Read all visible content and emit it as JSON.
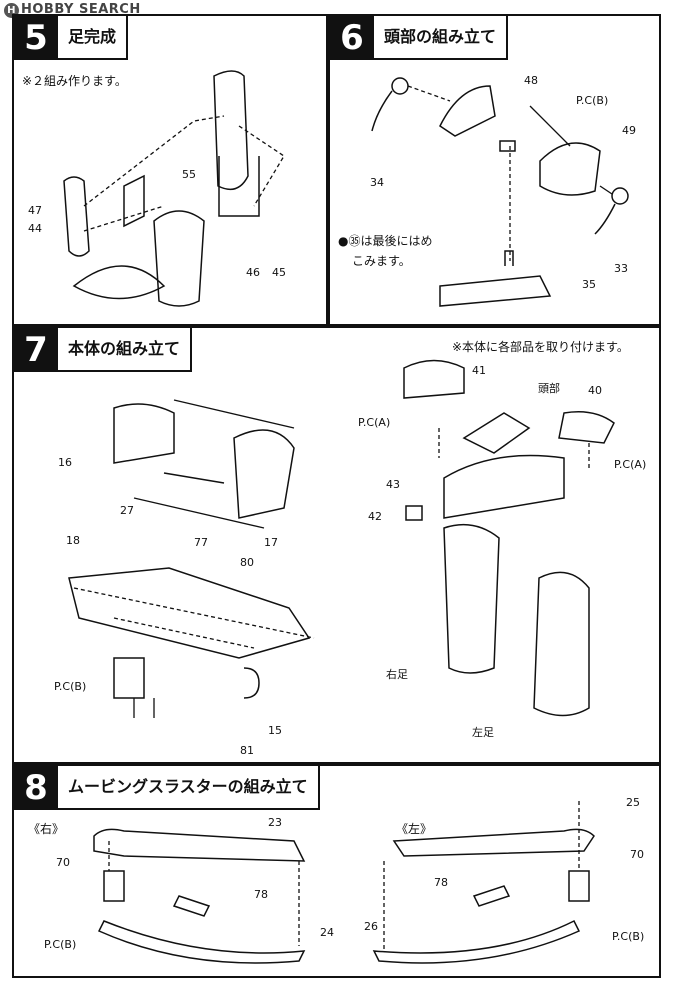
{
  "watermark": "HOBBY SEARCH",
  "steps": [
    {
      "number": "5",
      "title": "足完成",
      "note": "※２組み作ります。",
      "parts": [
        "55",
        "47",
        "44",
        "46",
        "45"
      ]
    },
    {
      "number": "6",
      "title": "頭部の組み立て",
      "note1": "●㉟は最後にはめ",
      "note2": "こみます。",
      "parts": [
        "48",
        "49",
        "34",
        "33",
        "35"
      ],
      "pc": "P.C",
      "pc_letter": "B"
    },
    {
      "number": "7",
      "title": "本体の組み立て",
      "note": "※本体に各部品を取り付けます。",
      "parts": [
        "16",
        "27",
        "17",
        "18",
        "77",
        "80",
        "15",
        "81",
        "41",
        "40",
        "43",
        "42"
      ],
      "pc": "P.C",
      "pc_a": "A",
      "pc_b": "B",
      "head_label": "頭部",
      "right_leg": "右足",
      "left_leg": "左足"
    },
    {
      "number": "8",
      "title": "ムービングスラスターの組み立て",
      "right": "《右》",
      "left": "《左》",
      "parts": [
        "23",
        "70",
        "78",
        "24",
        "25",
        "26"
      ],
      "pc": "P.C",
      "pc_letter": "B"
    }
  ]
}
